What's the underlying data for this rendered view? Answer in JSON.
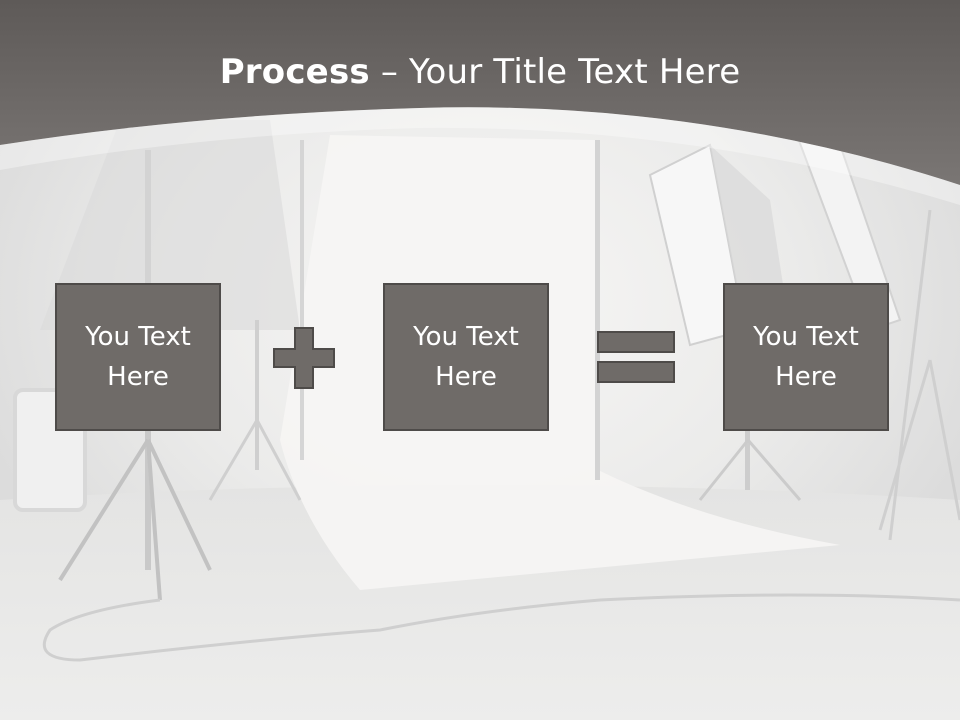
{
  "slide": {
    "title_bold": "Process",
    "title_rest": " – Your Title Text Here"
  },
  "boxes": [
    {
      "text": "You Text Here"
    },
    {
      "text": "You Text Here"
    },
    {
      "text": "You Text Here"
    }
  ],
  "operators": [
    "plus",
    "equals"
  ],
  "colors": {
    "header": "#706c69",
    "box_fill": "#6f6b68",
    "box_border": "#4e4b49",
    "text": "#ffffff"
  }
}
